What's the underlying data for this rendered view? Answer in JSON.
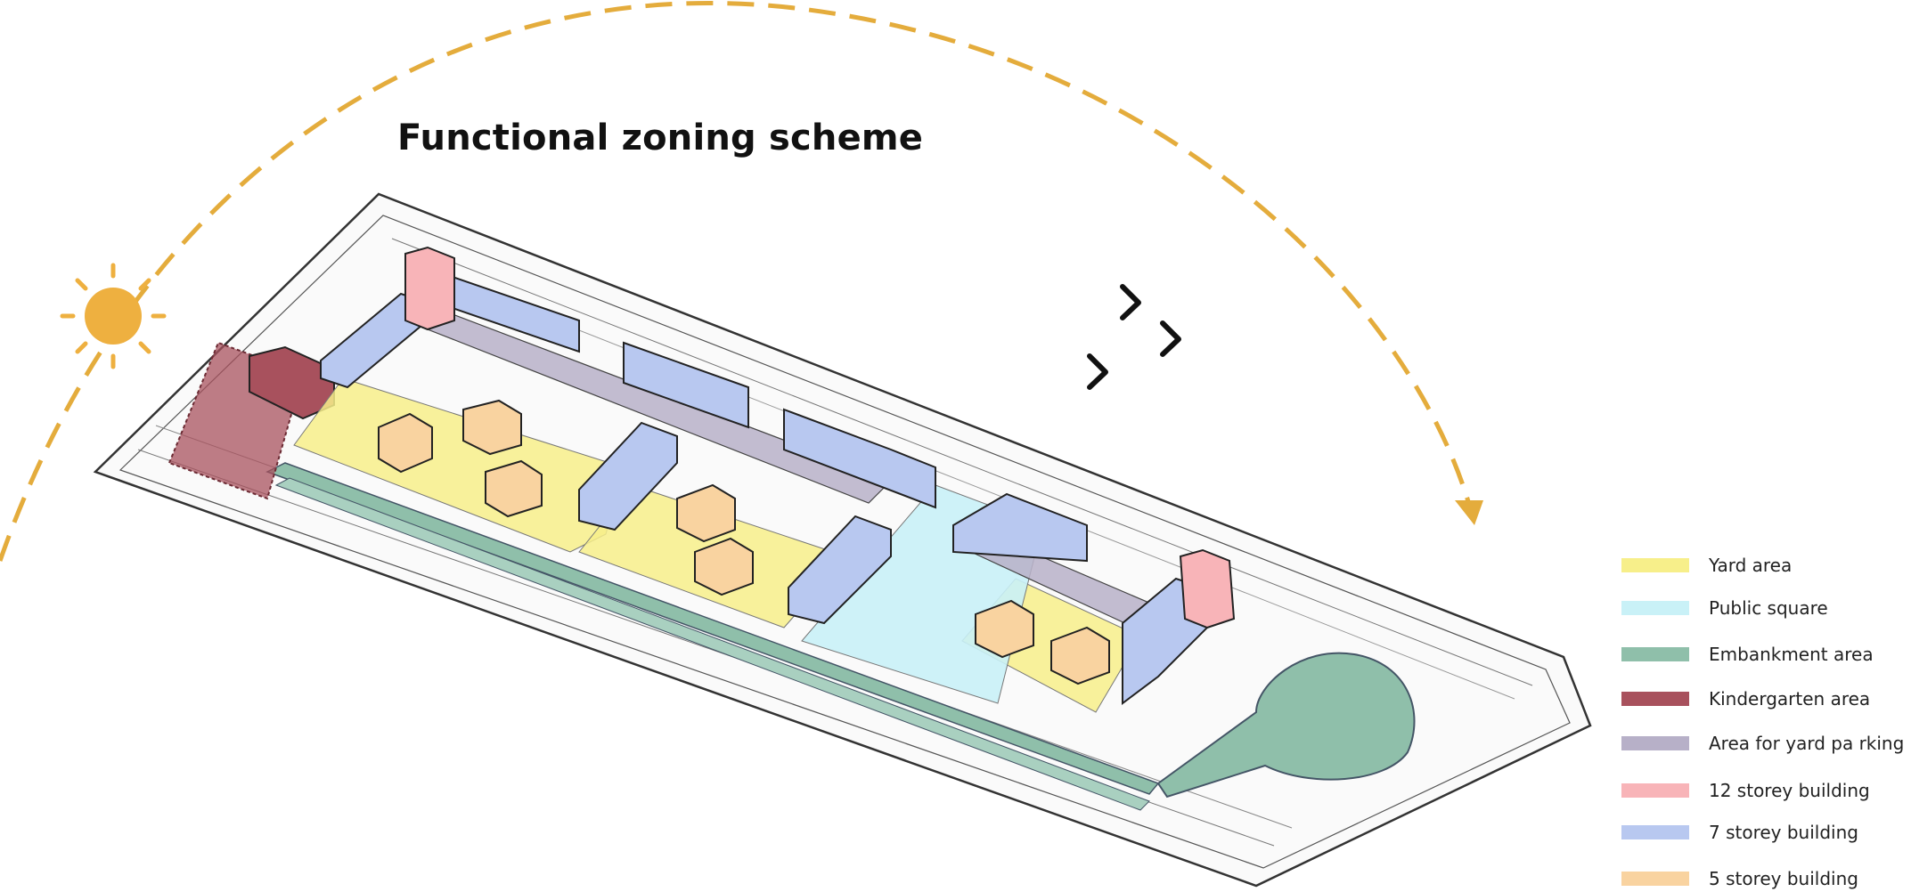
{
  "title": "Functional zoning scheme",
  "legend": [
    {
      "label": "Yard area",
      "color": "#f7ef8a"
    },
    {
      "label": "Public square",
      "color": "#c9f1f7"
    },
    {
      "label": "Embankment area",
      "color": "#8fbfaa"
    },
    {
      "label": "Kindergarten area",
      "color": "#a8515d"
    },
    {
      "label": "Area for yard pa rking",
      "color": "#b7b0c8"
    },
    {
      "label": "12 storey building",
      "color": "#f8b4b8"
    },
    {
      "label": "7 storey building",
      "color": "#b8c8f0"
    },
    {
      "label": "5 storey building",
      "color": "#f9d3a0"
    }
  ],
  "icons": [
    "sun-icon",
    "sun-path-arrow",
    "wind-direction-chevrons"
  ],
  "colors": {
    "sun": "#eeb040",
    "sun_path": "#e4ac3c",
    "outline": "#333333"
  }
}
